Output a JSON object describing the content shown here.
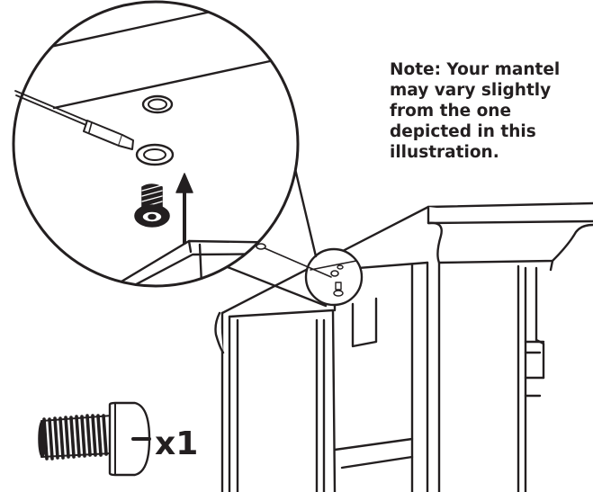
{
  "note": {
    "lines": [
      "Note: Your mantel",
      "may vary slightly",
      "from the one",
      "depicted in this",
      "illustration."
    ]
  },
  "parts": {
    "screw_quantity": "x1"
  }
}
